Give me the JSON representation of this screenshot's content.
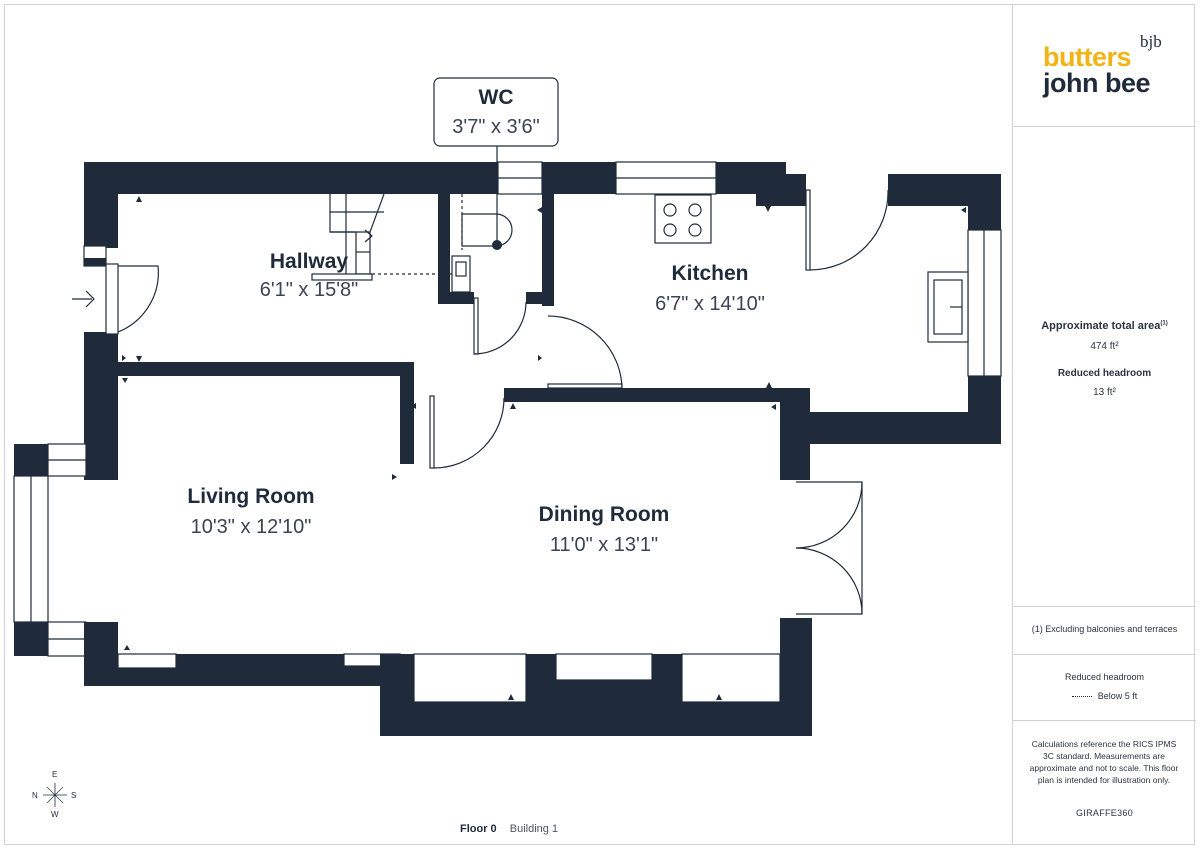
{
  "brand": {
    "line1": "butters",
    "line2": "john bee",
    "superscript": "bjb"
  },
  "rooms": {
    "wc": {
      "name": "WC",
      "dims": "3'7\" x 3'6\""
    },
    "hallway": {
      "name": "Hallway",
      "dims": "6'1\" x 15'8\""
    },
    "kitchen": {
      "name": "Kitchen",
      "dims": "6'7\" x 14'10\""
    },
    "living": {
      "name": "Living Room",
      "dims": "10'3\" x 12'10\""
    },
    "dining": {
      "name": "Dining Room",
      "dims": "11'0\" x 13'1\""
    }
  },
  "sidebar": {
    "total_area_label": "Approximate total area",
    "total_area_note": "(1)",
    "total_area_value": "474 ft²",
    "reduced_headroom_label": "Reduced headroom",
    "reduced_headroom_value": "13 ft²",
    "footnote": "(1) Excluding balconies and terraces",
    "legend_title": "Reduced headroom",
    "legend_item": "Below 5 ft",
    "disclaimer": "Calculations reference the RICS IPMS 3C standard. Measurements are approximate and not to scale. This floor plan is intended for illustration only.",
    "provider": "GIRAFFE360"
  },
  "footer": {
    "floor": "Floor 0",
    "building": "Building 1"
  },
  "compass": {
    "n": "N",
    "e": "E",
    "s": "S",
    "w": "W"
  },
  "colors": {
    "wall": "#1f2b3a",
    "accent": "#f2b316"
  }
}
